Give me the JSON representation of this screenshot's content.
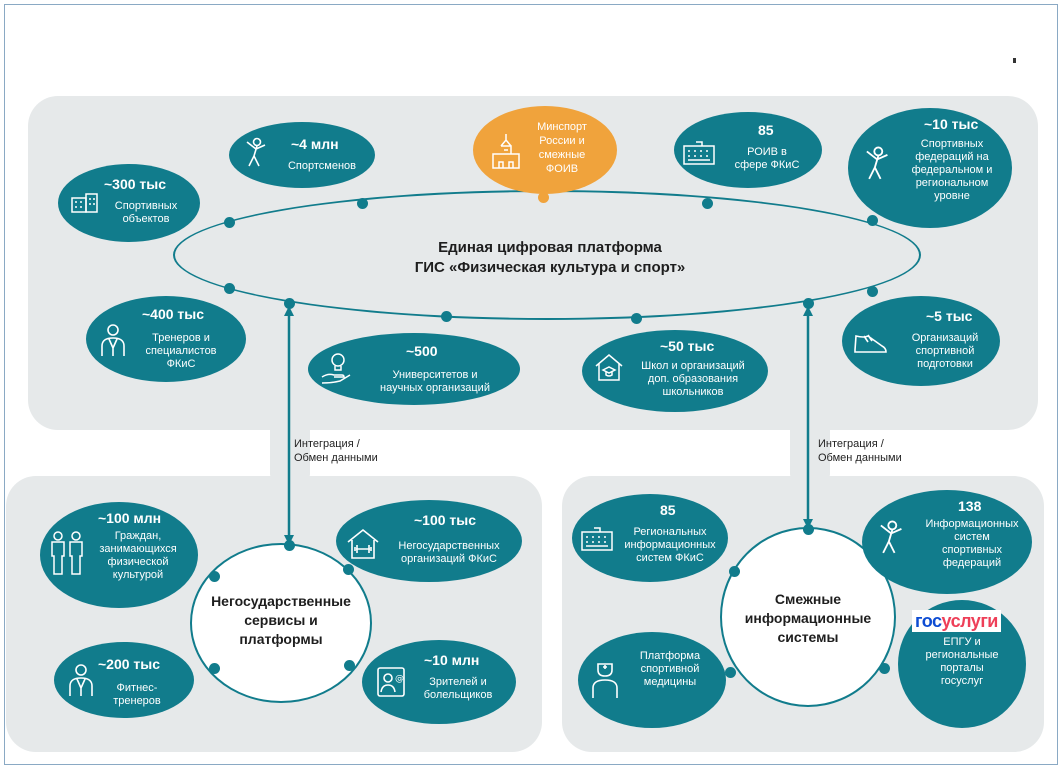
{
  "platform": {
    "title": "Единая цифровая платформа",
    "subtitle": "ГИС «Физическая культура и спорт»"
  },
  "top_nodes": [
    {
      "number": "~300 тыс",
      "text": "Спортивных\nобъектов",
      "icon": "buildings-icon"
    },
    {
      "number": "~4 млн",
      "text": "Спортсменов",
      "icon": "athlete-icon"
    },
    {
      "number": "",
      "text": "Минспорт\nРоссии и\nсмежные\nФОИВ",
      "icon": "kremlin-icon",
      "accent": "#f0a33c"
    },
    {
      "number": "85",
      "text": "РОИВ в\nсфере ФКиС",
      "icon": "government-building-icon"
    },
    {
      "number": "~10 тыс",
      "text": "Спортивных\nфедераций на\nфедеральном и\nрегиональном\nуровне",
      "icon": "athlete-icon"
    },
    {
      "number": "~400 тыс",
      "text": "Тренеров и\nспециалистов\nФКиС",
      "icon": "coach-icon"
    },
    {
      "number": "~500",
      "text": "Университетов и\nнаучных организаций",
      "icon": "lightbulb-hand-icon"
    },
    {
      "number": "~50 тыс",
      "text": "Школ и организаций\nдоп. образования\nшкольников",
      "icon": "school-icon"
    },
    {
      "number": "~5 тыс",
      "text": "Организаций\nспортивной\nподготовки",
      "icon": "sneaker-icon"
    }
  ],
  "exchange_label": "Интеграция /\nОбмен данными",
  "left_cluster": {
    "title": "Негосударственные\nсервисы и\nплатформы",
    "nodes": [
      {
        "number": "~100 млн",
        "text": "Граждан,\nзанимающихся\nфизической\nкультурой",
        "icon": "people-icon"
      },
      {
        "number": "~100 тыс",
        "text": "Негосударственных\nорганизаций ФКиС",
        "icon": "gym-house-icon"
      },
      {
        "number": "~200 тыс",
        "text": "Фитнес-\nтренеров",
        "icon": "coach-icon"
      },
      {
        "number": "~10 млн",
        "text": "Зрителей и\nболельщиков",
        "icon": "profile-card-icon"
      }
    ]
  },
  "right_cluster": {
    "title": "Смежные\nинформационные\nсистемы",
    "nodes": [
      {
        "number": "85",
        "text": "Региональных\nинформационных\nсистем ФКиС",
        "icon": "government-building-icon"
      },
      {
        "number": "138",
        "text": "Информационных\nсистем\nспортивных\nфедераций",
        "icon": "athlete-icon"
      },
      {
        "number": "",
        "text": "Платформа\nспортивной\nмедицины",
        "icon": "doctor-icon"
      },
      {
        "number": "",
        "text": "ЕПГУ и\nрегиональные\nпорталы\nгосуслуг",
        "icon": "gosuslugi-logo",
        "logo_parts": [
          "гос",
          "услуги"
        ]
      }
    ]
  },
  "colors": {
    "teal": "#117c8c",
    "orange": "#f0a33c",
    "panel": "#e6e9ea",
    "gosuslugi_blue": "#0d4cd3",
    "gosuslugi_red": "#ee3f58"
  }
}
